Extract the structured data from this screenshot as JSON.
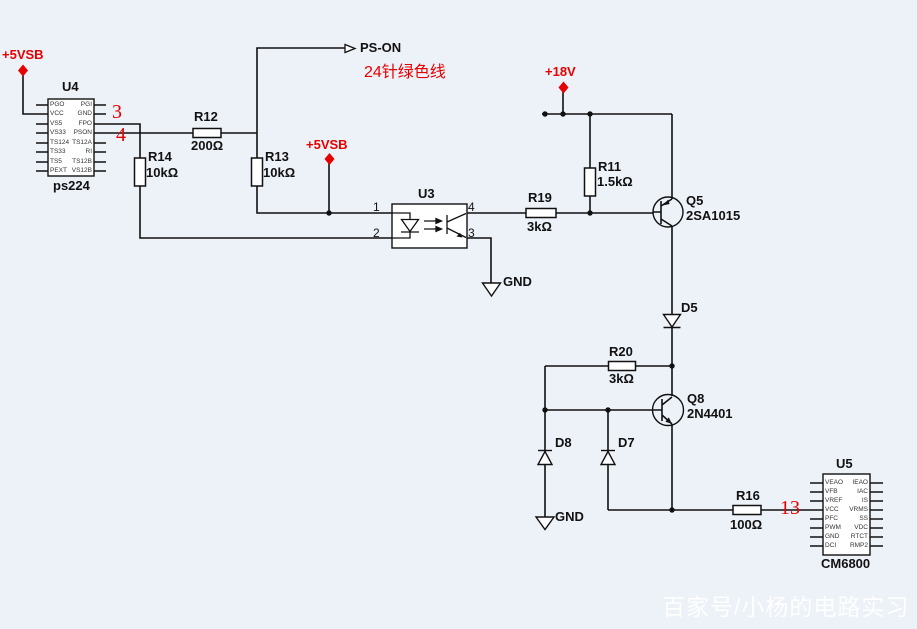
{
  "colors": {
    "background": "#edf1f8",
    "wire": "#111111",
    "accent_red": "#e60000",
    "watermark_text": "#ffffff"
  },
  "watermark": "百家号/小杨的电路实习",
  "power": {
    "vsb_left": "+5VSB",
    "vsb_mid": "+5VSB",
    "v18": "+18V"
  },
  "pson": {
    "label": "PS-ON",
    "note": "24针绿色线"
  },
  "chips": {
    "u4": {
      "ref": "U4",
      "part": "ps224",
      "pin3_num": "3",
      "pin4_num": "4",
      "left_pins": [
        "PGO",
        "VCC",
        "VS5",
        "VS33",
        "TS124",
        "TS33",
        "TS5",
        "PEXT"
      ],
      "right_pins": [
        "PGI",
        "GND",
        "FPO",
        "PSON",
        "TS12A",
        "RI",
        "TS12B",
        "VS12B"
      ]
    },
    "u3": {
      "ref": "U3",
      "pin1": "1",
      "pin2": "2",
      "pin3": "3",
      "pin4": "4"
    },
    "u5": {
      "ref": "U5",
      "part": "CM6800",
      "pin13_num": "13",
      "left_pins": [
        "VEAO",
        "VFB",
        "VREF",
        "VCC",
        "PFC",
        "PWM",
        "GND",
        "DCI"
      ],
      "right_pins": [
        "IEAO",
        "IAC",
        "IS",
        "VRMS",
        "SS",
        "VDC",
        "RTCT",
        "RMP2"
      ]
    }
  },
  "resistors": {
    "r12": {
      "ref": "R12",
      "value": "200Ω"
    },
    "r13": {
      "ref": "R13",
      "value": "10kΩ"
    },
    "r14": {
      "ref": "R14",
      "value": "10kΩ"
    },
    "r19": {
      "ref": "R19",
      "value": "3kΩ"
    },
    "r11": {
      "ref": "R11",
      "value": "1.5kΩ"
    },
    "r20": {
      "ref": "R20",
      "value": "3kΩ"
    },
    "r16": {
      "ref": "R16",
      "value": "100Ω"
    }
  },
  "transistors": {
    "q5": {
      "ref": "Q5",
      "part": "2SA1015"
    },
    "q8": {
      "ref": "Q8",
      "part": "2N4401"
    }
  },
  "diodes": {
    "d5": "D5",
    "d7": "D7",
    "d8": "D8"
  },
  "grounds": {
    "u3": "GND",
    "d8": "GND"
  }
}
